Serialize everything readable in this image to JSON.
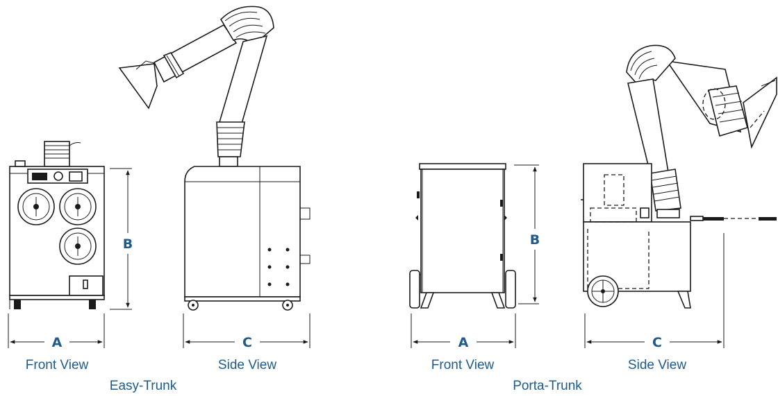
{
  "products": [
    {
      "name": "Easy-Trunk",
      "views": [
        {
          "label": "Front View",
          "dimensions": [
            "A",
            "B"
          ]
        },
        {
          "label": "Side View",
          "dimensions": [
            "C"
          ]
        }
      ]
    },
    {
      "name": "Porta-Trunk",
      "views": [
        {
          "label": "Front View",
          "dimensions": [
            "A",
            "B"
          ]
        },
        {
          "label": "Side View",
          "dimensions": [
            "C"
          ]
        }
      ]
    }
  ],
  "colors": {
    "label": "#1f5a8a",
    "line": "#1a1a1a"
  }
}
